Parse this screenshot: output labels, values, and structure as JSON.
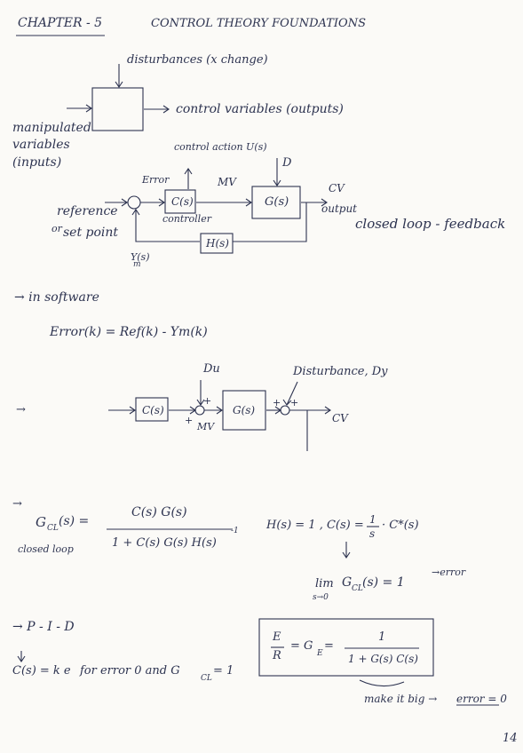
{
  "header": {
    "chapter": "CHAPTER - 5",
    "title": "CONTROL THEORY FOUNDATIONS"
  },
  "block1": {
    "disturbances": "disturbances (x change)",
    "outputs": "control variables (outputs)",
    "inputs_line1": "manipulated",
    "inputs_line2": "variables",
    "inputs_line3": "(inputs)"
  },
  "closed_loop": {
    "control_action": "control action U(s)",
    "d": "D",
    "error": "Error",
    "mv": "MV",
    "cv": "CV",
    "c_block": "C(s)",
    "g_block": "G(s)",
    "h_block": "H(s)",
    "controller": "controller",
    "output": "output",
    "reference": "reference",
    "or": "or",
    "set_point": "set point",
    "ym": "Y(s)",
    "ym_sub": "m",
    "caption": "closed loop - feedback"
  },
  "software": {
    "label": "→ in software",
    "error_eq": "Error(k) = Ref(k) - Ym(k)"
  },
  "disturbance_diagram": {
    "arrow": "→",
    "du": "Du",
    "dy": "Disturbance, Dy",
    "c_block": "C(s)",
    "g_block": "G(s)",
    "mv": "MV",
    "plus1": "+",
    "plus2": "+",
    "plus3": "+",
    "plus4": "+",
    "cv": "CV"
  },
  "transfer": {
    "arrow": "→",
    "lhs": "G",
    "lhs_sub": "CL",
    "lhs_arg": "(s) =",
    "closed_loop": "closed loop",
    "numerator": "C(s) G(s)",
    "denominator": "1 + C(s) G(s) H(s)",
    "exp": "-1",
    "h_eq": "H(s) = 1 ,  C(s) =",
    "frac_num": "1",
    "frac_den": "s",
    "c_star": "· C*(s)",
    "down_arrow": "↓",
    "lim": "lim",
    "lim_sub": "s→0",
    "gcl_eq": "G",
    "gcl_sub": "CL",
    "gcl_rest": "(s) = 1",
    "error_note": "→error"
  },
  "pid": {
    "label": "→ P - I - D",
    "down": "↓",
    "c_eq": "C(s) = k e",
    "rest": "for error 0  and  G",
    "rest_sub": "CL",
    "rest_end": " = 1"
  },
  "boxed": {
    "e": "E",
    "r": "R",
    "eq": "= G",
    "sub": "E",
    "eq2": " =",
    "num": "1",
    "den": "1 + G(s) C(s)",
    "note": "make it big →",
    "note_result": "error = 0"
  },
  "page_number": "14"
}
